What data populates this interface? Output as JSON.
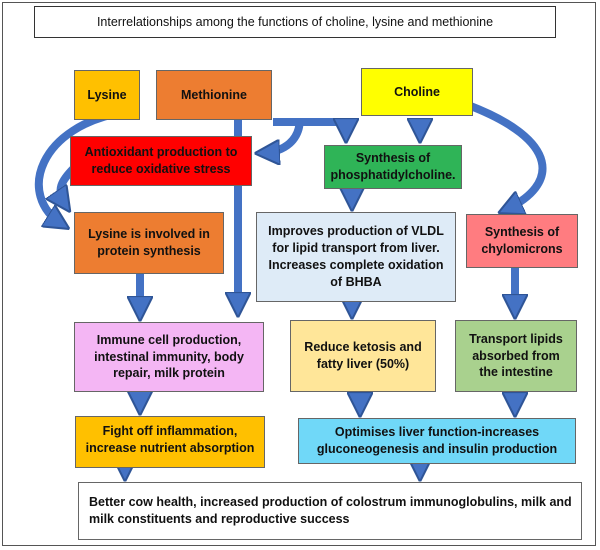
{
  "title": "Interrelationships among the functions of choline, lysine and methionine",
  "nodes": {
    "lysine": "Lysine",
    "methionine": "Methionine",
    "choline": "Choline",
    "antioxidant": "Antioxidant production to reduce oxidative stress",
    "phosphatidylcholine": "Synthesis of phosphatidylcholine.",
    "lysine_protein": "Lysine is involved in protein synthesis",
    "vldl": "Improves production of VLDL for lipid transport from liver. Increases complete oxidation of BHBA",
    "chylomicrons": "Synthesis of chylomicrons",
    "immune": "Immune cell production, intestinal immunity, body repair, milk protein",
    "ketosis": "Reduce ketosis and fatty liver (50%)",
    "transport": "Transport lipids absorbed from the intestine",
    "inflammation": "Fight off inflammation, increase nutrient absorption",
    "liver": "Optimises liver function-increases gluconeogenesis and insulin production",
    "outcome": "Better cow health, increased production of colostrum immunoglobulins, milk and milk constituents and reproductive success"
  },
  "colors": {
    "lysine": "#ffc000",
    "methionine": "#ed7d31",
    "choline": "#ffff00",
    "antioxidant": "#ff0000",
    "phosphatidylcholine": "#2fb457",
    "lysine_protein": "#ed7d31",
    "vldl": "#deebf7",
    "chylomicrons": "#ff7c80",
    "immune": "#f4b6f4",
    "ketosis": "#ffe699",
    "transport": "#a9d18e",
    "inflammation": "#ffc000",
    "liver": "#70d8f8",
    "outcome": "#ffffff",
    "arrow": "#4472c4"
  }
}
